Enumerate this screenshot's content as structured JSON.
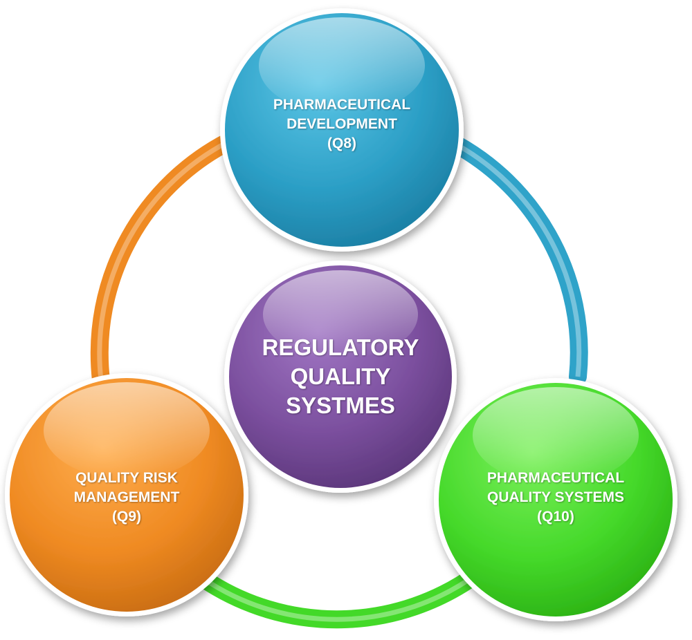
{
  "diagram": {
    "center": {
      "lines": [
        "REGULATORY",
        "QUALITY",
        "SYSTMES"
      ],
      "color": "#7b4f9e"
    },
    "nodes": [
      {
        "id": "pharmaceutical-development",
        "lines": [
          "PHARMACEUTICAL",
          "DEVELOPMENT",
          "(Q8)"
        ],
        "color": "#2fa3c9"
      },
      {
        "id": "quality-risk-management",
        "lines": [
          "QUALITY RISK",
          "MANAGEMENT",
          "(Q9)"
        ],
        "color": "#ef8a22"
      },
      {
        "id": "pharmaceutical-quality-systems",
        "lines": [
          "PHARMACEUTICAL",
          "QUALITY SYSTEMS",
          "(Q10)"
        ],
        "color": "#43d928"
      }
    ],
    "ring_colors": {
      "right_arc": "#2fa3c9",
      "left_arc": "#ef8a22",
      "bottom_arc": "#43d928"
    }
  }
}
